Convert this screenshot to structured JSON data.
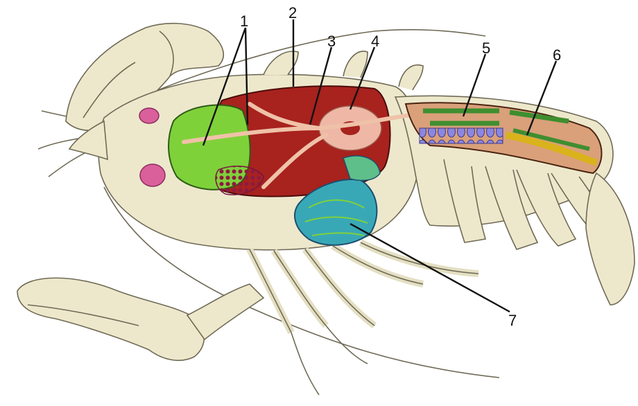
{
  "labels": [
    "1",
    "2",
    "3",
    "4",
    "5",
    "6",
    "7"
  ],
  "colors": {
    "body": "#ede8cc",
    "outline": "#6f6a55",
    "stomach": "#7fd13a",
    "gonad": "#a8221e",
    "heart": "#eeb7a6",
    "gland_pink": "#c2479a",
    "muscle_green": "#3f8e2f",
    "nerve_blue": "#6f7fd0",
    "gut_yellow": "#d8b31b",
    "gill": "#39a8b6",
    "leader": "#111111"
  },
  "icons": [
    "crayfish-anatomy-illustration"
  ]
}
